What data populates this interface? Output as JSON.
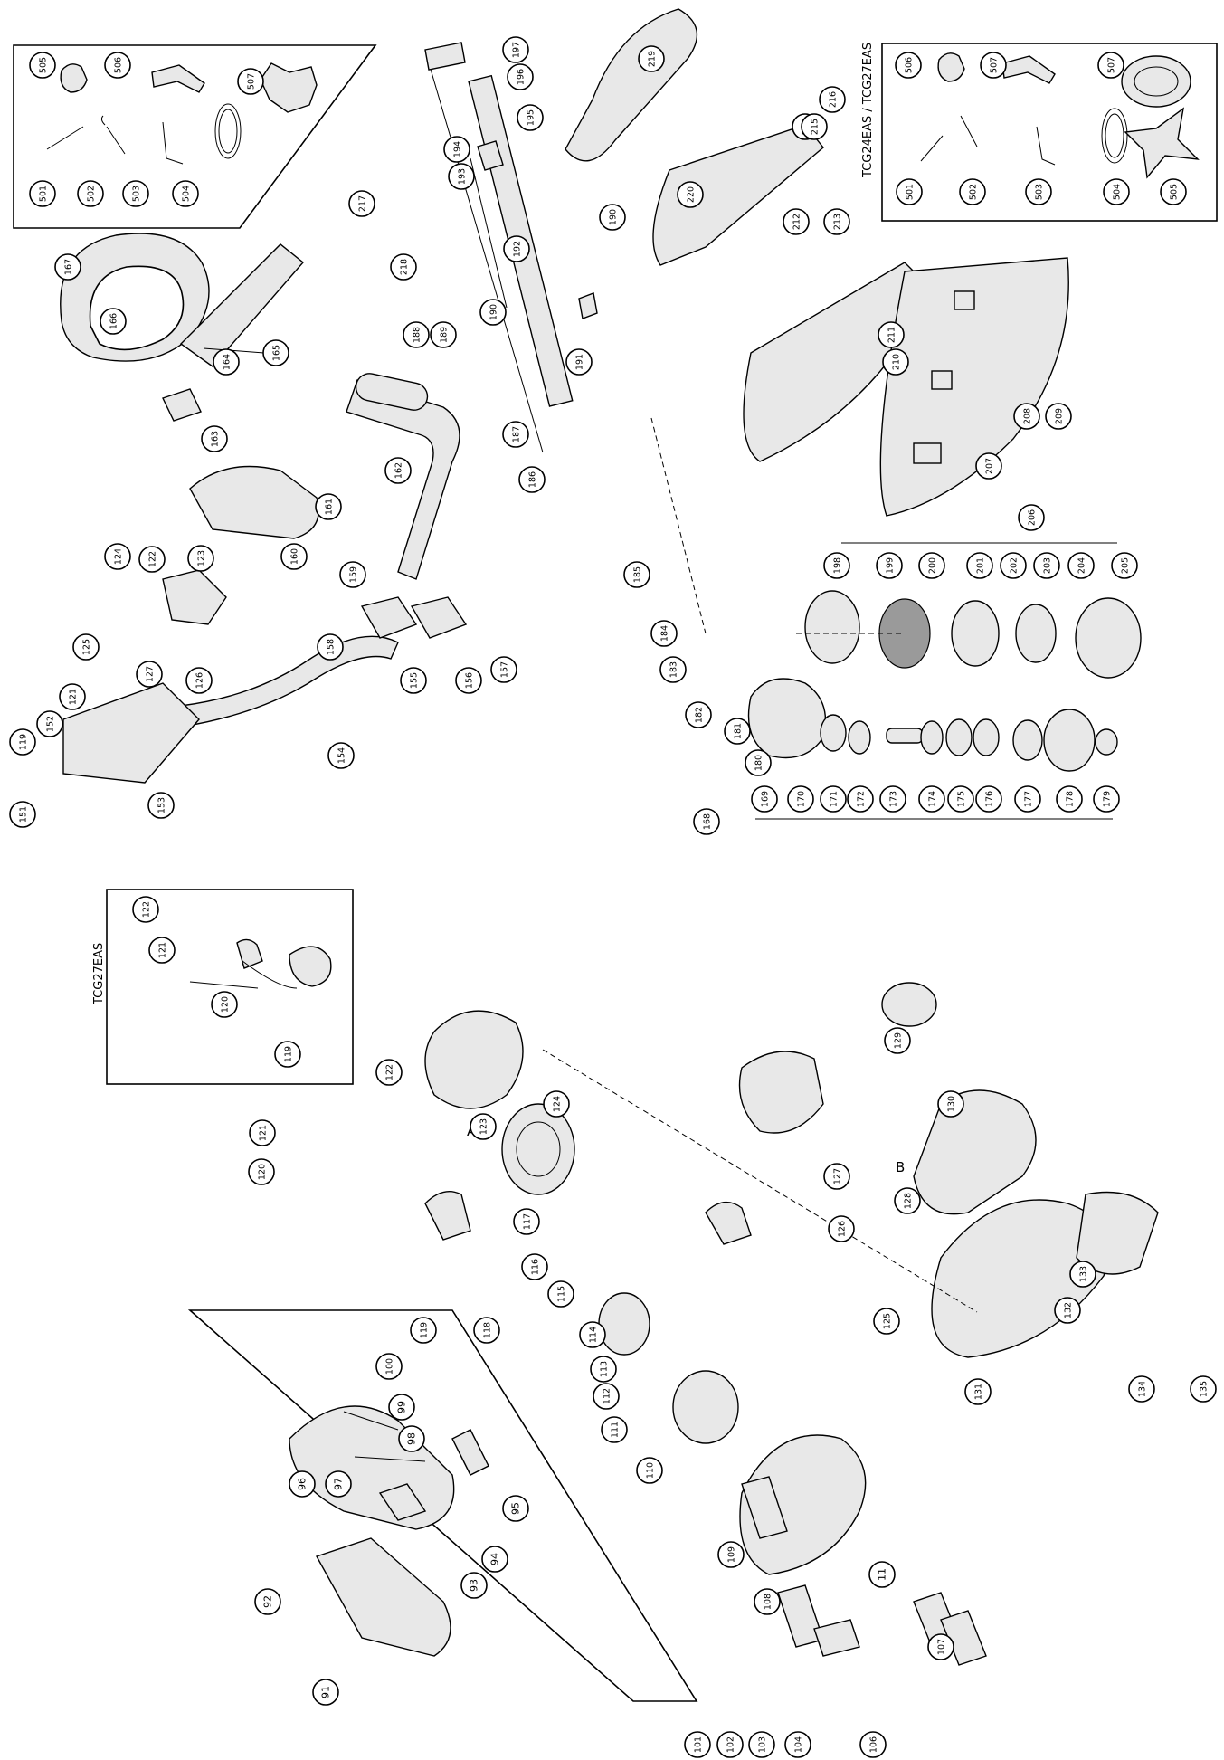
{
  "diagram": {
    "labels": {
      "model_a": "TCG24EAS / TCG27EAS",
      "model_b": "TCG27EAS",
      "marker_a": "A",
      "marker_b": "B"
    },
    "callouts_top": [
      {
        "id": "t505",
        "n": "505"
      },
      {
        "id": "t506",
        "n": "506"
      },
      {
        "id": "t507",
        "n": "507"
      },
      {
        "id": "t501",
        "n": "501"
      },
      {
        "id": "t502",
        "n": "502"
      },
      {
        "id": "t503",
        "n": "503"
      },
      {
        "id": "t504",
        "n": "504"
      },
      {
        "id": "t197",
        "n": "197"
      },
      {
        "id": "t196",
        "n": "196"
      },
      {
        "id": "t195",
        "n": "195"
      },
      {
        "id": "t194",
        "n": "194"
      },
      {
        "id": "t193",
        "n": "193"
      },
      {
        "id": "t219",
        "n": "219"
      },
      {
        "id": "t214",
        "n": "214"
      },
      {
        "id": "t216",
        "n": "216"
      },
      {
        "id": "t215",
        "n": "215"
      },
      {
        "id": "t220",
        "n": "220"
      },
      {
        "id": "t190a",
        "n": "190"
      },
      {
        "id": "t212",
        "n": "212"
      },
      {
        "id": "t213",
        "n": "213"
      },
      {
        "id": "t217",
        "n": "217"
      },
      {
        "id": "t218",
        "n": "218"
      },
      {
        "id": "t192",
        "n": "192"
      },
      {
        "id": "t190b",
        "n": "190"
      },
      {
        "id": "t188",
        "n": "188"
      },
      {
        "id": "t189",
        "n": "189"
      },
      {
        "id": "t191",
        "n": "191"
      },
      {
        "id": "t211",
        "n": "211"
      },
      {
        "id": "t210",
        "n": "210"
      },
      {
        "id": "t167",
        "n": "167"
      },
      {
        "id": "t166",
        "n": "166"
      },
      {
        "id": "t165",
        "n": "165"
      },
      {
        "id": "t164",
        "n": "164"
      },
      {
        "id": "t163",
        "n": "163"
      },
      {
        "id": "t187",
        "n": "187"
      },
      {
        "id": "t186",
        "n": "186"
      },
      {
        "id": "t162",
        "n": "162"
      },
      {
        "id": "t161",
        "n": "161"
      },
      {
        "id": "t160",
        "n": "160"
      },
      {
        "id": "t208",
        "n": "208"
      },
      {
        "id": "t209",
        "n": "209"
      },
      {
        "id": "t207",
        "n": "207"
      },
      {
        "id": "t124",
        "n": "124"
      },
      {
        "id": "t122",
        "n": "122"
      },
      {
        "id": "t123",
        "n": "123"
      },
      {
        "id": "t125",
        "n": "125"
      },
      {
        "id": "t159",
        "n": "159"
      },
      {
        "id": "t158",
        "n": "158"
      },
      {
        "id": "t155",
        "n": "155"
      },
      {
        "id": "t156",
        "n": "156"
      },
      {
        "id": "t157",
        "n": "157"
      },
      {
        "id": "t127",
        "n": "127"
      },
      {
        "id": "t126",
        "n": "126"
      },
      {
        "id": "t121",
        "n": "121"
      },
      {
        "id": "t152",
        "n": "152"
      },
      {
        "id": "t119",
        "n": "119"
      },
      {
        "id": "t154",
        "n": "154"
      },
      {
        "id": "t151",
        "n": "151"
      },
      {
        "id": "t153",
        "n": "153"
      },
      {
        "id": "t185",
        "n": "185"
      },
      {
        "id": "t184",
        "n": "184"
      },
      {
        "id": "t183",
        "n": "183"
      },
      {
        "id": "t206",
        "n": "206"
      },
      {
        "id": "t198",
        "n": "198"
      },
      {
        "id": "t199",
        "n": "199"
      },
      {
        "id": "t200",
        "n": "200"
      },
      {
        "id": "t201",
        "n": "201"
      },
      {
        "id": "t202",
        "n": "202"
      },
      {
        "id": "t203",
        "n": "203"
      },
      {
        "id": "t204",
        "n": "204"
      },
      {
        "id": "t205",
        "n": "205"
      },
      {
        "id": "t182",
        "n": "182"
      },
      {
        "id": "t181",
        "n": "181"
      },
      {
        "id": "t180",
        "n": "180"
      },
      {
        "id": "t169",
        "n": "169"
      },
      {
        "id": "t170",
        "n": "170"
      },
      {
        "id": "t171",
        "n": "171"
      },
      {
        "id": "t172",
        "n": "172"
      },
      {
        "id": "t173",
        "n": "173"
      },
      {
        "id": "t174",
        "n": "174"
      },
      {
        "id": "t175",
        "n": "175"
      },
      {
        "id": "t176",
        "n": "176"
      },
      {
        "id": "t177",
        "n": "177"
      },
      {
        "id": "t178",
        "n": "178"
      },
      {
        "id": "t179",
        "n": "179"
      },
      {
        "id": "t168",
        "n": "168"
      }
    ],
    "callouts_box_top_right": [
      {
        "id": "r506",
        "n": "506"
      },
      {
        "id": "r507a",
        "n": "507"
      },
      {
        "id": "r507b",
        "n": "507"
      },
      {
        "id": "r501",
        "n": "501"
      },
      {
        "id": "r502",
        "n": "502"
      },
      {
        "id": "r503",
        "n": "503"
      },
      {
        "id": "r504",
        "n": "504"
      },
      {
        "id": "r505",
        "n": "505"
      }
    ],
    "callouts_box_mid": [
      {
        "id": "m122",
        "n": "122"
      },
      {
        "id": "m121",
        "n": "121"
      },
      {
        "id": "m120",
        "n": "120"
      },
      {
        "id": "m119",
        "n": "119"
      }
    ],
    "callouts_bottom": [
      {
        "id": "b129",
        "n": "129"
      },
      {
        "id": "b130",
        "n": "130"
      },
      {
        "id": "b122",
        "n": "122"
      },
      {
        "id": "b124",
        "n": "124"
      },
      {
        "id": "b121",
        "n": "121"
      },
      {
        "id": "b123",
        "n": "123"
      },
      {
        "id": "b120",
        "n": "120"
      },
      {
        "id": "b127",
        "n": "127"
      },
      {
        "id": "b128",
        "n": "128"
      },
      {
        "id": "b126",
        "n": "126"
      },
      {
        "id": "b117",
        "n": "117"
      },
      {
        "id": "b116",
        "n": "116"
      },
      {
        "id": "b115",
        "n": "115"
      },
      {
        "id": "b119",
        "n": "119"
      },
      {
        "id": "b118",
        "n": "118"
      },
      {
        "id": "b125",
        "n": "125"
      },
      {
        "id": "b133",
        "n": "133"
      },
      {
        "id": "b132",
        "n": "132"
      },
      {
        "id": "b135",
        "n": "135"
      },
      {
        "id": "b114",
        "n": "114"
      },
      {
        "id": "b113",
        "n": "113"
      },
      {
        "id": "b112",
        "n": "112"
      },
      {
        "id": "b131",
        "n": "131"
      },
      {
        "id": "b134",
        "n": "134"
      },
      {
        "id": "b111",
        "n": "111"
      },
      {
        "id": "b100",
        "n": "100"
      },
      {
        "id": "b99",
        "n": "99"
      },
      {
        "id": "b98",
        "n": "98"
      },
      {
        "id": "b110",
        "n": "110"
      },
      {
        "id": "b96",
        "n": "96"
      },
      {
        "id": "b97",
        "n": "97"
      },
      {
        "id": "b95",
        "n": "95"
      },
      {
        "id": "b94",
        "n": "94"
      },
      {
        "id": "b93",
        "n": "93"
      },
      {
        "id": "b11",
        "n": "11"
      },
      {
        "id": "b109",
        "n": "109"
      },
      {
        "id": "b92",
        "n": "92"
      },
      {
        "id": "b108",
        "n": "108"
      },
      {
        "id": "b107",
        "n": "107"
      },
      {
        "id": "b91",
        "n": "91"
      },
      {
        "id": "b101",
        "n": "101"
      },
      {
        "id": "b102",
        "n": "102"
      },
      {
        "id": "b103",
        "n": "103"
      },
      {
        "id": "b104",
        "n": "104"
      },
      {
        "id": "b106",
        "n": "106"
      }
    ]
  }
}
